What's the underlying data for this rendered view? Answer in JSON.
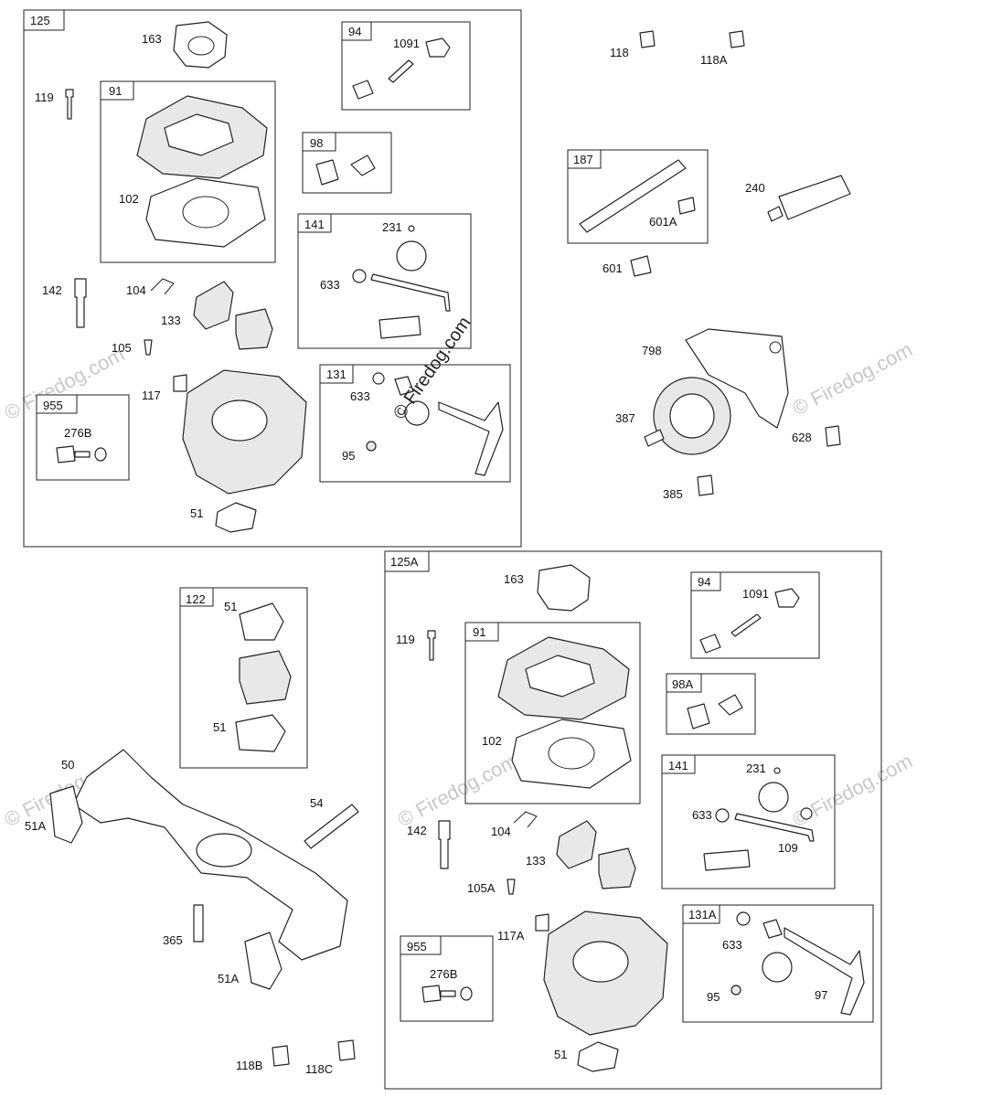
{
  "watermarks": {
    "center": "© Firedog.com",
    "faded": "© Firedog.com"
  },
  "groups": {
    "g125": "125",
    "g94": "94",
    "g91": "91",
    "g98": "98",
    "g141": "141",
    "g955": "955",
    "g131": "131",
    "g187": "187",
    "g122": "122",
    "g125A": "125A",
    "g94b": "94",
    "g91b": "91",
    "g98A": "98A",
    "g141b": "141",
    "g955b": "955",
    "g131A": "131A"
  },
  "callouts": {
    "c163": "163",
    "c1091": "1091",
    "c119": "119",
    "c102": "102",
    "c231": "231",
    "c633": "633",
    "c142": "142",
    "c104": "104",
    "c133": "133",
    "c105": "105",
    "c117": "117",
    "c276B": "276B",
    "c633b": "633",
    "c95": "95",
    "c51": "51",
    "c118": "118",
    "c118A": "118A",
    "c601A": "601A",
    "c240": "240",
    "c601": "601",
    "c798": "798",
    "c387": "387",
    "c628": "628",
    "c385": "385",
    "c51a": "51",
    "c51b": "51",
    "c50": "50",
    "c51A": "51A",
    "c54": "54",
    "c365": "365",
    "c51A2": "51A",
    "c118B": "118B",
    "c118C": "118C",
    "c163b": "163",
    "c1091b": "1091",
    "c119b": "119",
    "c102b": "102",
    "c231b": "231",
    "c633c": "633",
    "c109": "109",
    "c142b": "142",
    "c104b": "104",
    "c133b": "133",
    "c105A": "105A",
    "c117A": "117A",
    "c276B2": "276B",
    "c633d": "633",
    "c95b": "95",
    "c97": "97",
    "c51c": "51"
  }
}
